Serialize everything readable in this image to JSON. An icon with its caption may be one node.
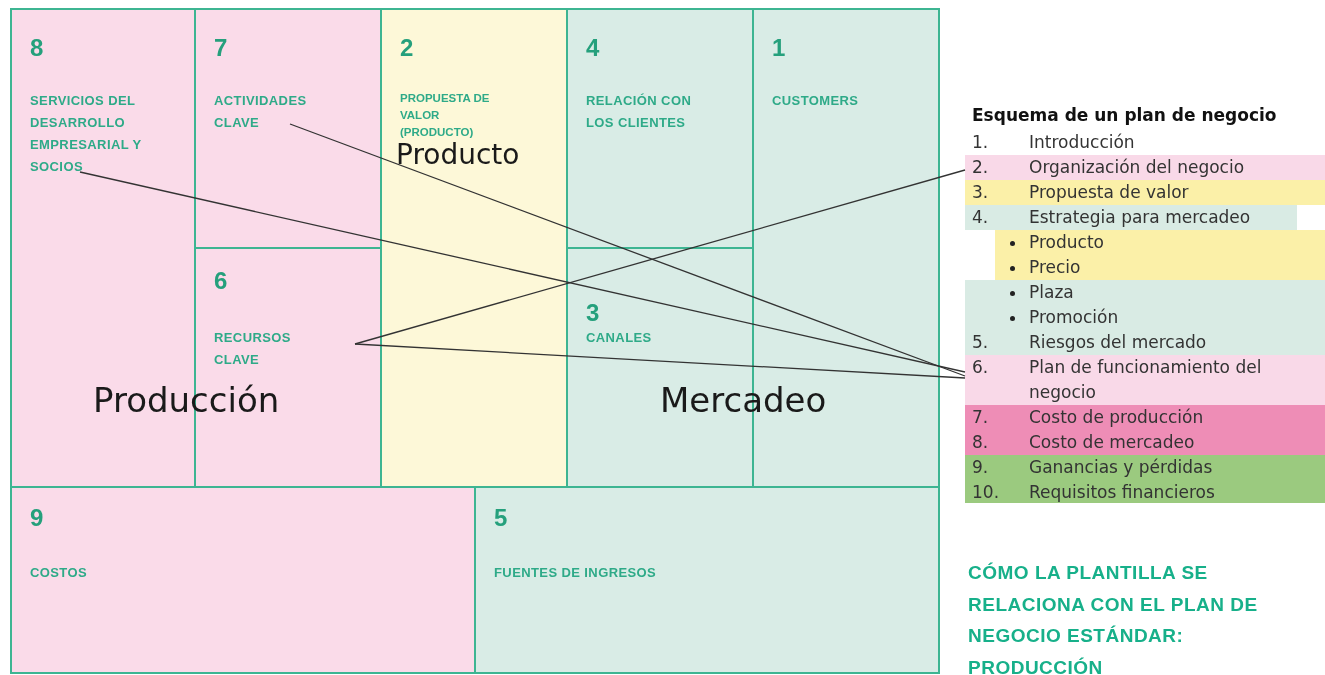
{
  "diagram": {
    "caption": "CÓMO LA PLANTILLA SE RELACIONA CON EL PLAN DE NEGOCIO ESTÁNDAR: PRODUCCIÓN",
    "nodes": [
      {
        "text": [
          "8",
          "SERVICIOS DEL DESARROLLO EMPRESARIAL Y SOCIOS"
        ]
      },
      {
        "text": [
          "7",
          "ACTIVIDADES CLAVE"
        ]
      },
      {
        "text": [
          "2",
          "PROPUESTA DE VALOR (PRODUCTO)",
          "Producto"
        ]
      },
      {
        "text": [
          "4",
          "RELACIÓN CON LOS CLIENTES"
        ]
      },
      {
        "text": [
          "1",
          "CUSTOMERS"
        ]
      },
      {
        "text": [
          "6",
          "RECURSOS CLAVE"
        ]
      },
      {
        "text": [
          "3",
          "CANALES"
        ]
      },
      {
        "text": [
          "9",
          "COSTOS"
        ]
      },
      {
        "text": [
          "5",
          "FUENTES DE INGRESOS"
        ]
      },
      {
        "text": [
          "2.",
          "Organización del negocio"
        ]
      },
      {
        "text": [
          "3.",
          "Propuesta de valor"
        ]
      },
      {
        "text": [
          "4.",
          "Estrategia para mercadeo"
        ]
      },
      {
        "text": [
          "Producto",
          "Precio"
        ]
      },
      {
        "text": [
          "Plaza",
          "Promoción",
          "5.",
          "Riesgos del mercado"
        ]
      },
      {
        "text": [
          "6.",
          "Plan de funcionamiento del negocio"
        ]
      },
      {
        "text": [
          "7.",
          "Costo de producción",
          "8.",
          "Costo de mercadeo"
        ]
      },
      {
        "text": [
          "9.",
          "Ganancias y pérdidas",
          "10.",
          "Requisitos financieros"
        ]
      }
    ],
    "edges": [
      {
        "from": 0,
        "to": 14,
        "arrow": "none"
      },
      {
        "from": 1,
        "to": 14,
        "arrow": "none"
      },
      {
        "from": 5,
        "to": 9,
        "arrow": "none"
      },
      {
        "from": 5,
        "to": 14,
        "arrow": "none"
      }
    ],
    "labels": [
      "Producción",
      "Mercadeo",
      "Esquema de un plan de negocio",
      "1.",
      "Introducción"
    ]
  }
}
